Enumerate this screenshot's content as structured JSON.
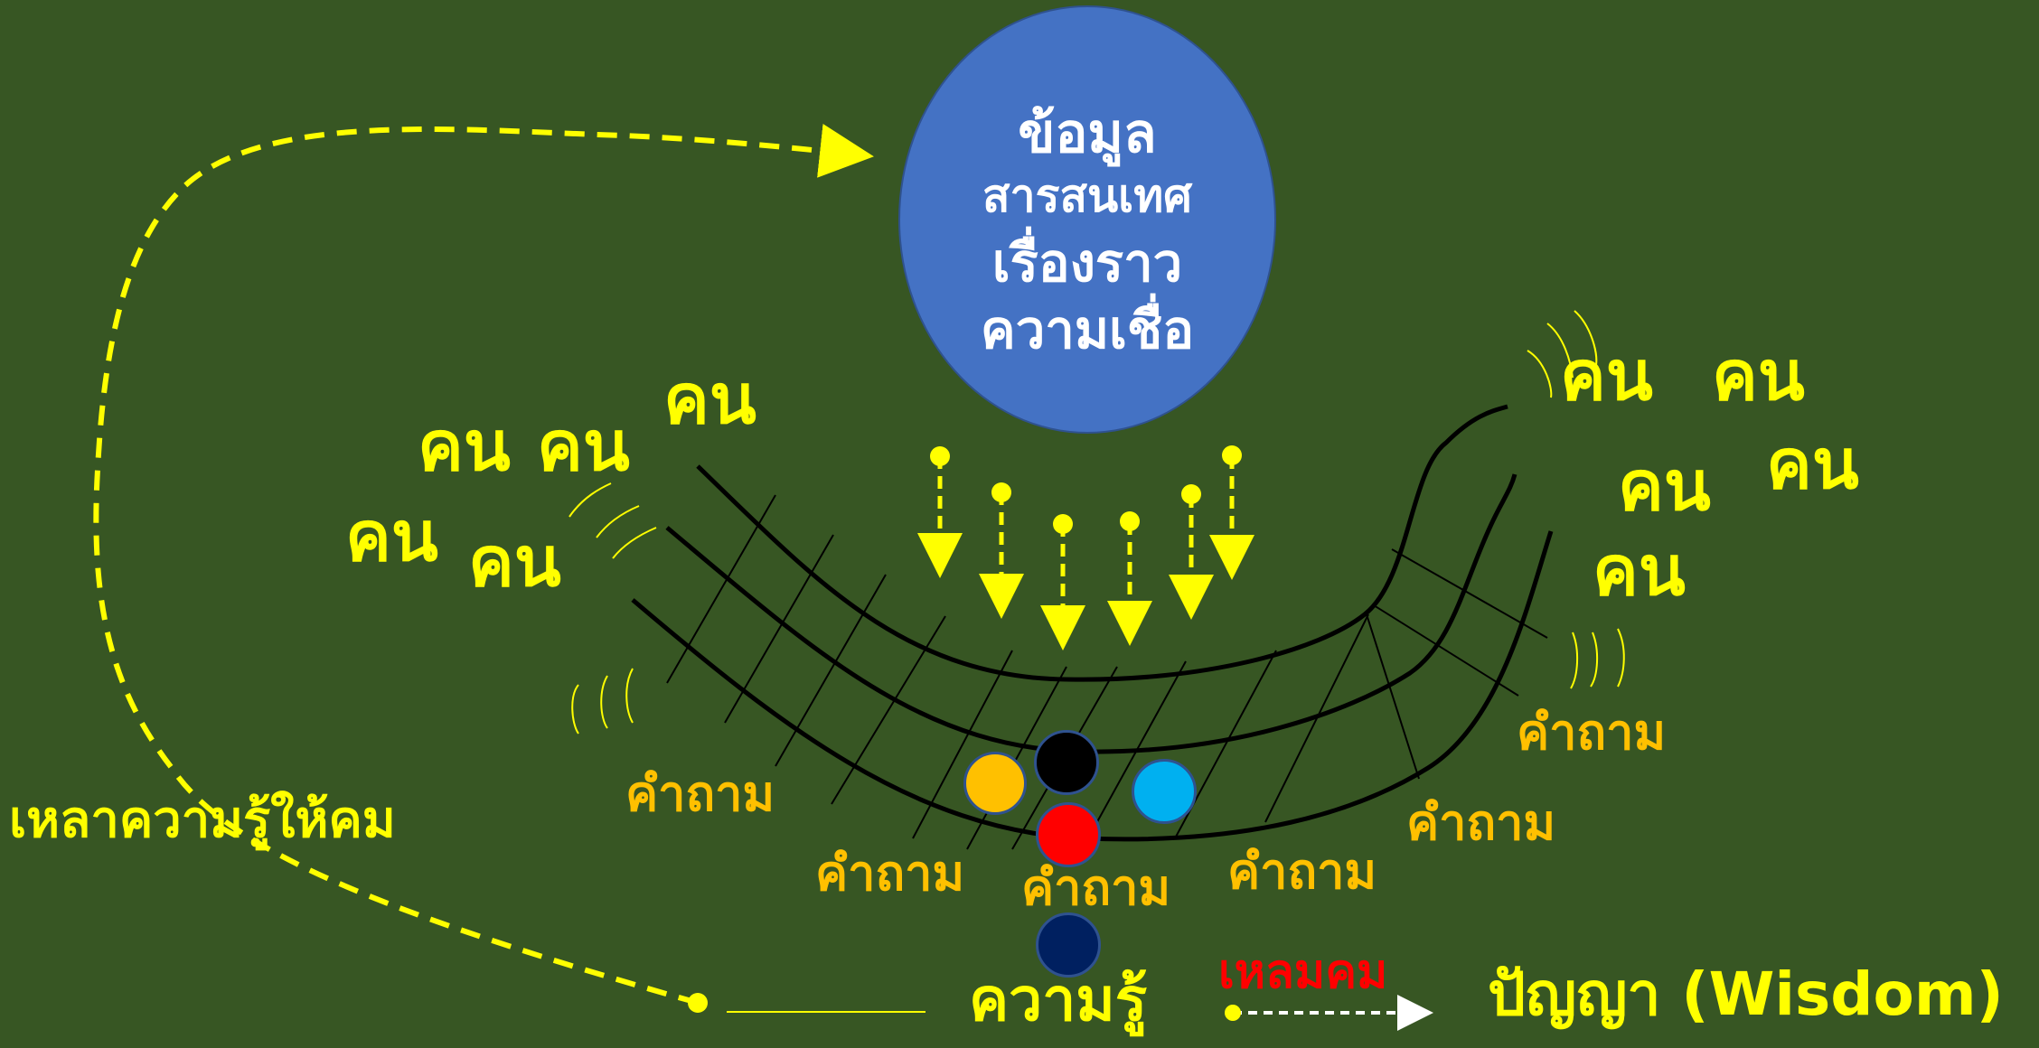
{
  "bubble": {
    "lines": [
      "ข้อมูล",
      "สารสนเทศ",
      "เรื่องราว",
      "ความเชื่อ"
    ]
  },
  "people_label": "คน",
  "question_label": "คำถาม",
  "sharpen_label": "เหลาความรู้ให้คม",
  "knowledge_label": "ความรู้",
  "sharp_label": "เหลมคม",
  "wisdom_label": "ปัญญา (Wisdom)",
  "colors": {
    "background": "#375623",
    "yellow": "#FFFF00",
    "orange": "#FFC000",
    "bubble": "#4472C4",
    "red": "#FF0000",
    "dot_gold": "#FFC000",
    "dot_black": "#000000",
    "dot_cyan": "#00B0F0",
    "dot_red": "#FF0000",
    "dot_navy": "#002060"
  },
  "icons": [
    "dashed-arrow-icon",
    "circle-dot-icon"
  ]
}
